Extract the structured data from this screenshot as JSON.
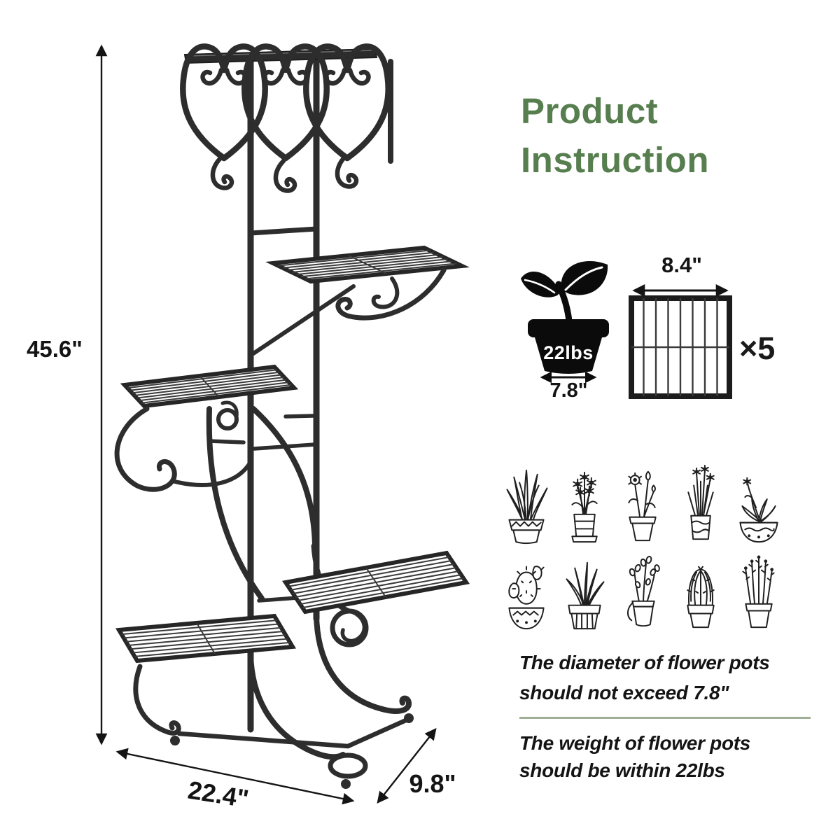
{
  "title": {
    "line1": "Product",
    "line2": "Instruction"
  },
  "dims": {
    "height": "45.6\"",
    "width": "22.4\"",
    "depth": "9.8\""
  },
  "pot": {
    "weight": "22lbs",
    "diameter": "7.8\""
  },
  "shelf": {
    "width": "8.4\"",
    "count": "×5"
  },
  "notes": {
    "d1": "The diameter of flower pots",
    "d2": "should not exceed 7.8\"",
    "w1": "The weight of flower pots",
    "w2": "should be within 22lbs"
  },
  "colors": {
    "accent_green": "#567e4e",
    "ink": "#141414",
    "metal_dark": "#2d2d2d",
    "divider_green": "#9fb096",
    "pot_icon_black": "#0b0b0b"
  },
  "plant_icons": [
    "snake-plant",
    "daisy-pot",
    "wildflower-pot",
    "tall-flower-pot",
    "succulent-bowl",
    "prickly-pear-cactus",
    "aloe-barrel",
    "jade-bucket",
    "barrel-cactus",
    "herb-pot"
  ]
}
